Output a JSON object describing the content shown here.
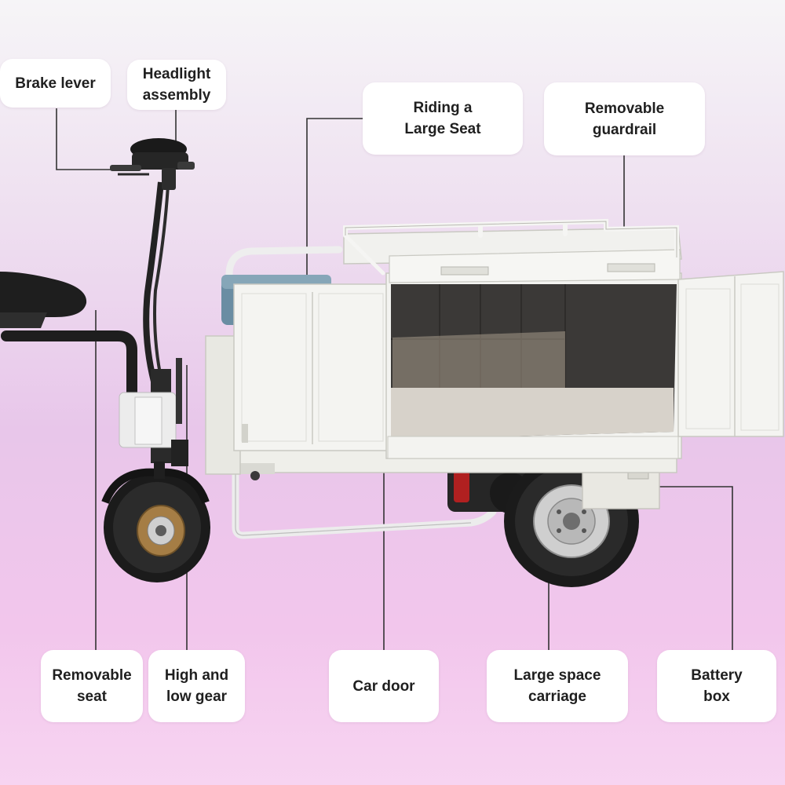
{
  "labels": {
    "brake_lever": "Brake lever",
    "headlight": "Headlight\nassembly",
    "riding_seat": "Riding a\nLarge Seat",
    "guardrail": "Removable\nguardrail",
    "removable_seat": "Removable\nseat",
    "gear": "High and\nlow gear",
    "car_door": "Car door",
    "carriage": "Large space\ncarriage",
    "battery": "Battery\nbox"
  },
  "colors": {
    "leader_line": "#333333",
    "body_white": "#f3f3f0",
    "tire_black": "#1c1c1c",
    "hub_silver": "#c9c9c9",
    "hub_bronze": "#b08850"
  }
}
